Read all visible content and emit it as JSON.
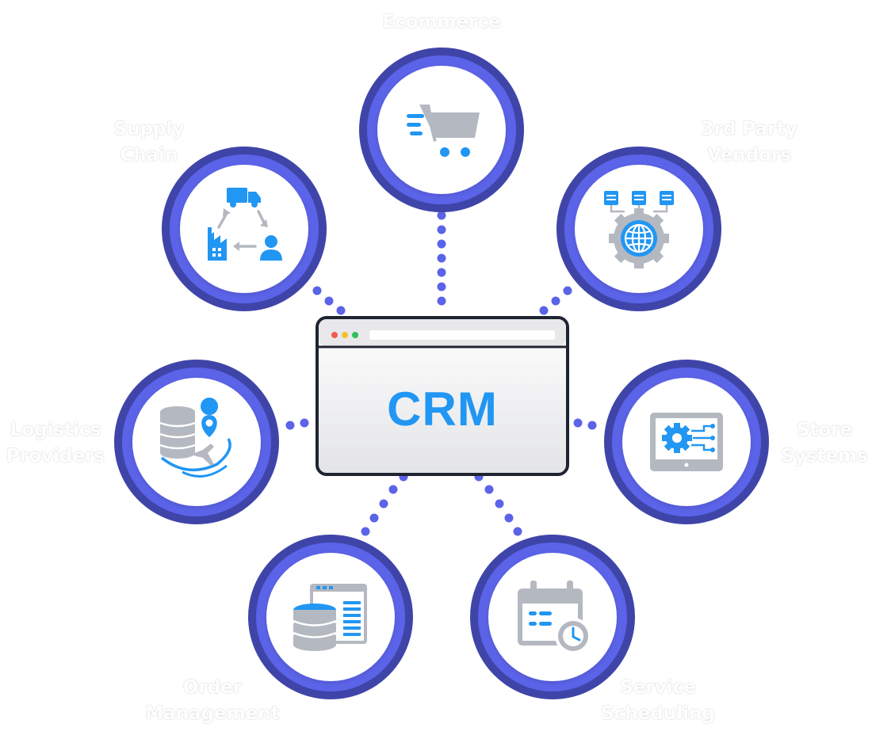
{
  "center": {
    "title": "CRM"
  },
  "nodes": {
    "ecommerce": {
      "label": [
        "Ecommerce"
      ],
      "icon": "shopping-cart-icon"
    },
    "vendors": {
      "label": [
        "3rd Party",
        "Vendors"
      ],
      "icon": "globe-gear-icon"
    },
    "store": {
      "label": [
        "Store",
        "Systems"
      ],
      "icon": "monitor-gear-icon"
    },
    "service": {
      "label": [
        "Service",
        "Scheduling"
      ],
      "icon": "calendar-clock-icon"
    },
    "order": {
      "label": [
        "Order",
        "Management"
      ],
      "icon": "database-document-icon"
    },
    "logistics": {
      "label": [
        "Logistics",
        "Providers"
      ],
      "icon": "database-location-icon"
    },
    "supply": {
      "label": [
        "Supply",
        "Chain"
      ],
      "icon": "truck-factory-cycle-icon"
    }
  },
  "colors": {
    "ring_outer": "#3f45a8",
    "ring_inner": "#5b63e8",
    "connector": "#5b63e8",
    "icon_blue": "#2196f3",
    "icon_gray": "#b4b8c0",
    "crm_text": "#2196f3",
    "browser_border": "#1f2431"
  }
}
